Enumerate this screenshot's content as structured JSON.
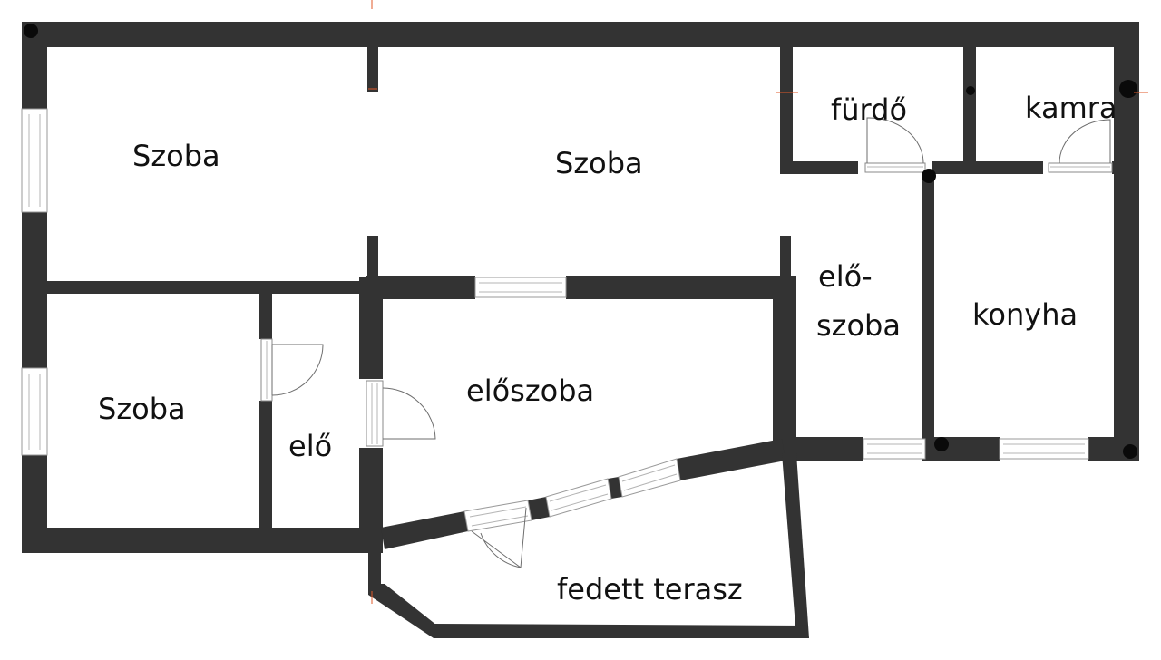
{
  "plan": {
    "rooms": [
      {
        "id": "szoba-1",
        "label": "Szoba"
      },
      {
        "id": "szoba-2",
        "label": "Szoba"
      },
      {
        "id": "szoba-3",
        "label": "Szoba"
      },
      {
        "id": "furdo",
        "label": "fürdő"
      },
      {
        "id": "kamra",
        "label": "kamra"
      },
      {
        "id": "eloszoba-right-1",
        "label": "elő-"
      },
      {
        "id": "eloszoba-right-2",
        "label": "szoba"
      },
      {
        "id": "konyha",
        "label": "konyha"
      },
      {
        "id": "elo",
        "label": "elő"
      },
      {
        "id": "eloszoba",
        "label": "előszoba"
      },
      {
        "id": "terasz",
        "label": "fedett terasz"
      }
    ],
    "colors": {
      "wall": "#333333",
      "window": "#9a9a9a",
      "marker": "#e05a2a"
    }
  }
}
